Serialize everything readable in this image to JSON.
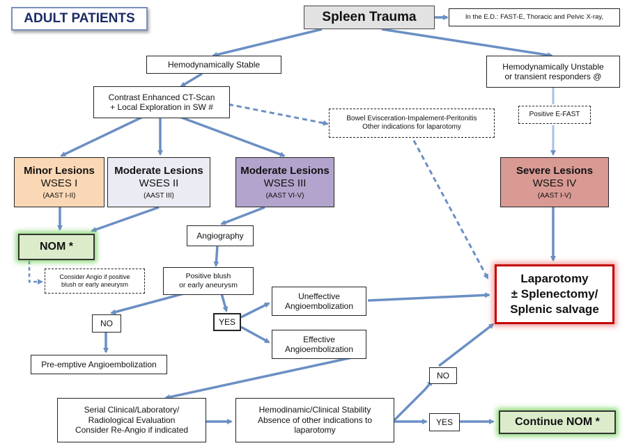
{
  "header": {
    "title": "ADULT PATIENTS"
  },
  "nodes": {
    "spleen_trauma": "Spleen Trauma",
    "ed_note": "In the E.D.: FAST-E, Thoracic and Pelvic X-ray,",
    "hemo_stable": "Hemodynamically Stable",
    "hemo_unstable": [
      "Hemodynamically Unstable",
      "or transient responders @"
    ],
    "ct_scan": [
      "Contrast Enhanced CT-Scan",
      "+ Local Exploration in SW #"
    ],
    "bowel": [
      "Bowel Evisceration-Impalement-Peritonitis",
      "Other indications for laparotomy"
    ],
    "positive_efast": "Positive E-FAST",
    "minor": {
      "name": "Minor Lesions",
      "grade": "WSES I",
      "aast": "(AAST I-II)"
    },
    "moderate_ii": {
      "name": "Moderate Lesions",
      "grade": "WSES II",
      "aast": "(AAST III)"
    },
    "moderate_iii": {
      "name": "Moderate Lesions",
      "grade": "WSES III",
      "aast": "(AAST VI-V)"
    },
    "severe": {
      "name": "Severe Lesions",
      "grade": "WSES IV",
      "aast": "(AAST I-V)"
    },
    "nom": "NOM *",
    "consider_angio": [
      "Consider Angio if positive",
      "blush or early aneurysm"
    ],
    "angiography": "Angiography",
    "positive_blush": [
      "Positive blush",
      "or early aneurysm"
    ],
    "no1": "NO",
    "yes1": "YES",
    "uneffective": [
      "Uneffective",
      "Angioembolization"
    ],
    "effective": [
      "Effective",
      "Angioembolization"
    ],
    "preemptive": "Pre-emptive Angioembolization",
    "serial": [
      "Serial Clinical/Laboratory/",
      "Radiological Evaluation",
      "Consider Re-Angio if indicated"
    ],
    "hemodinamic": [
      "Hemodinamic/Clinical Stability",
      "Absence of other indications to",
      "laparotomy"
    ],
    "no2": "NO",
    "yes2": "YES",
    "laparotomy": [
      "Laparotomy",
      "± Splenectomy/",
      "Splenic salvage"
    ],
    "continue_nom": "Continue NOM *"
  },
  "colors": {
    "arrow": "#6b8fc4",
    "title_border": "#7a8fbf",
    "minor_fill": "#fbd8b5",
    "moderate_ii_fill": "#ebebf3",
    "moderate_iii_fill": "#b2a4cc",
    "severe_fill": "#d99a94",
    "nom_glow": "#5ac83c",
    "laparotomy_border": "#c40000"
  }
}
